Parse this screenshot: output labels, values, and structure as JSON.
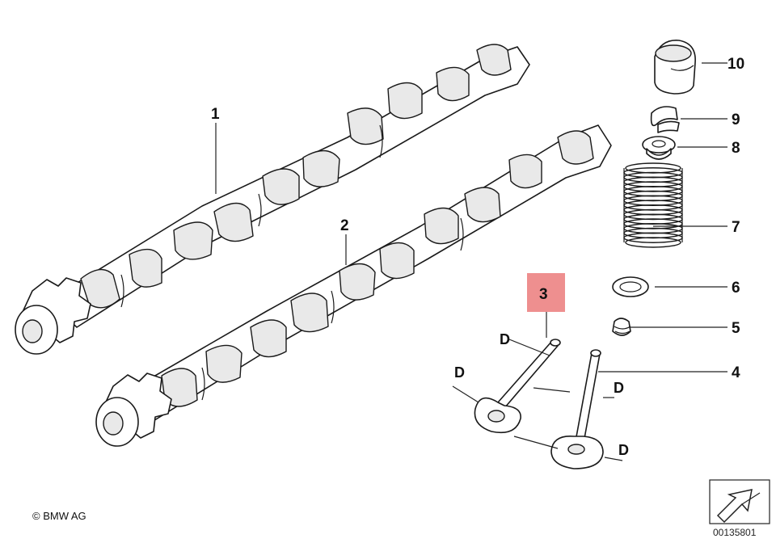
{
  "colors": {
    "highlight": "#ee8f8f",
    "line": "#1a1a1a"
  },
  "callouts": [
    "1",
    "2",
    "3",
    "4",
    "5",
    "6",
    "7",
    "8",
    "9",
    "10"
  ],
  "dimension_labels": [
    "D",
    "D",
    "D",
    "D"
  ],
  "copyright": "© BMW AG",
  "diagram_code": "00135801",
  "icons": [
    "next-page-arrow-icon"
  ]
}
